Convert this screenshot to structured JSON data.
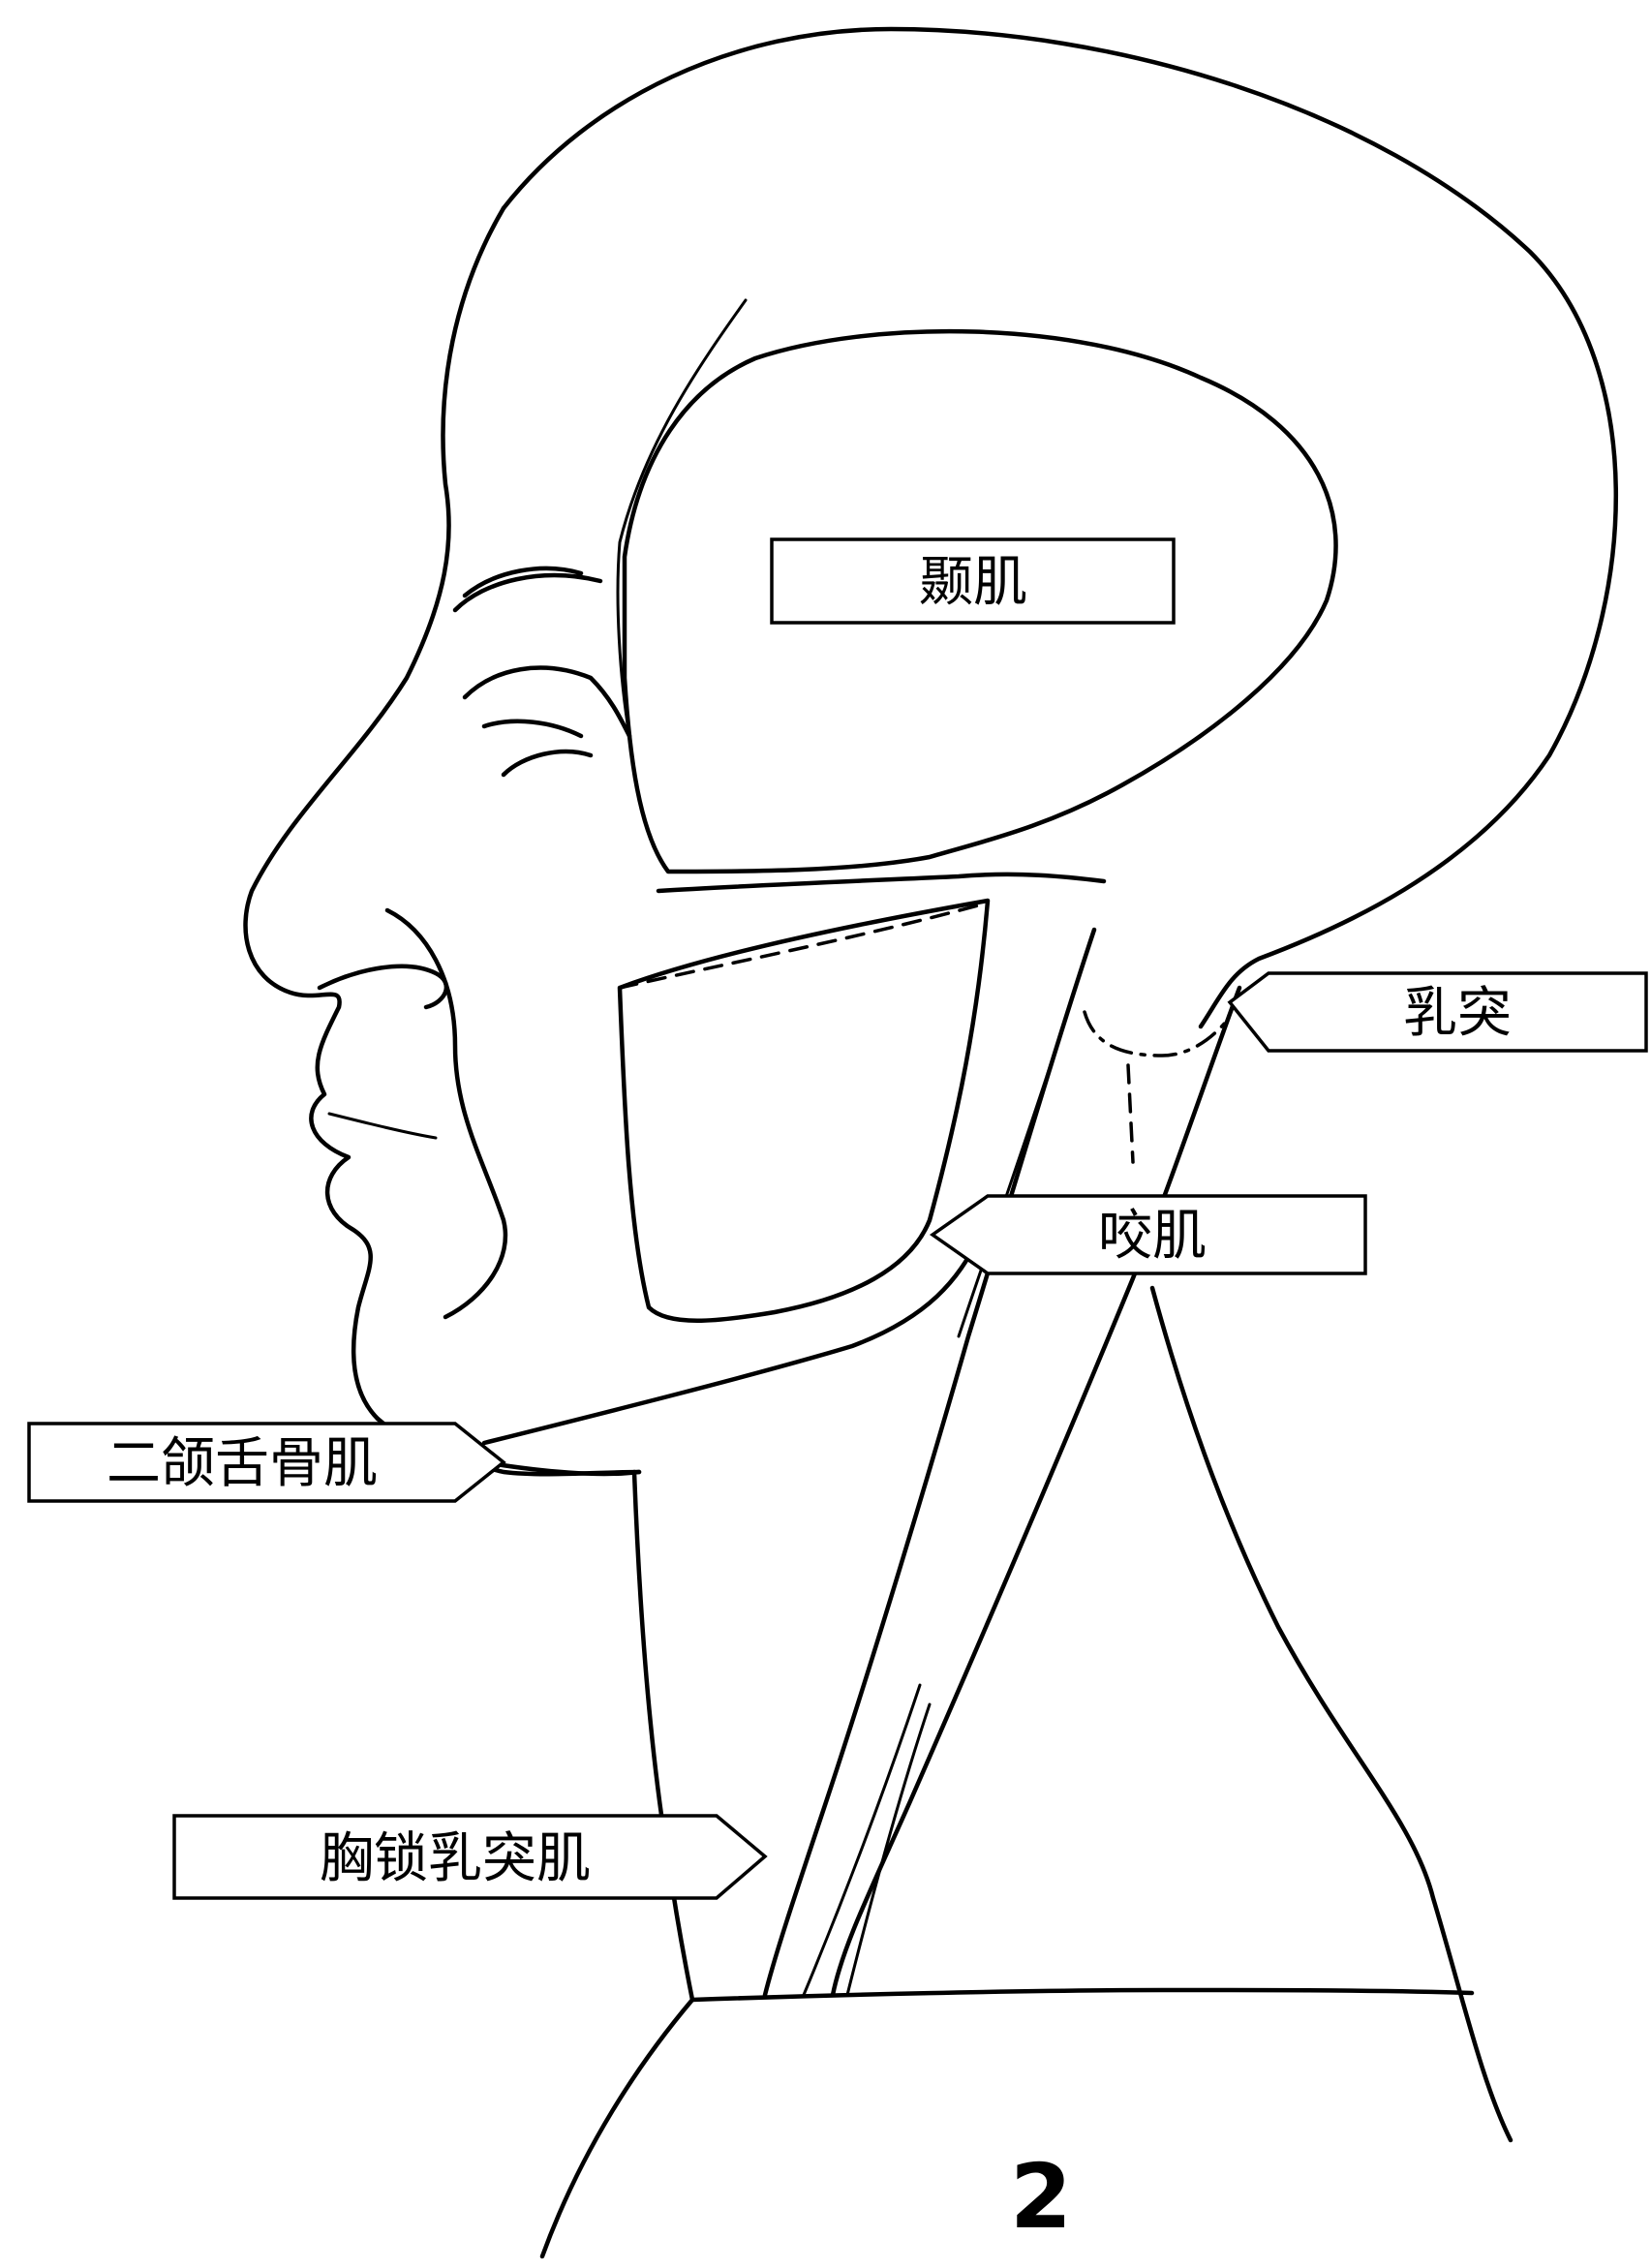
{
  "labels": {
    "temporalis": "颞肌",
    "mastoid": "乳突",
    "masseter": "咬肌",
    "digastric": "二颌舌骨肌",
    "sternocleidomastoid": "胸锁乳突肌"
  },
  "figure_number": "2"
}
